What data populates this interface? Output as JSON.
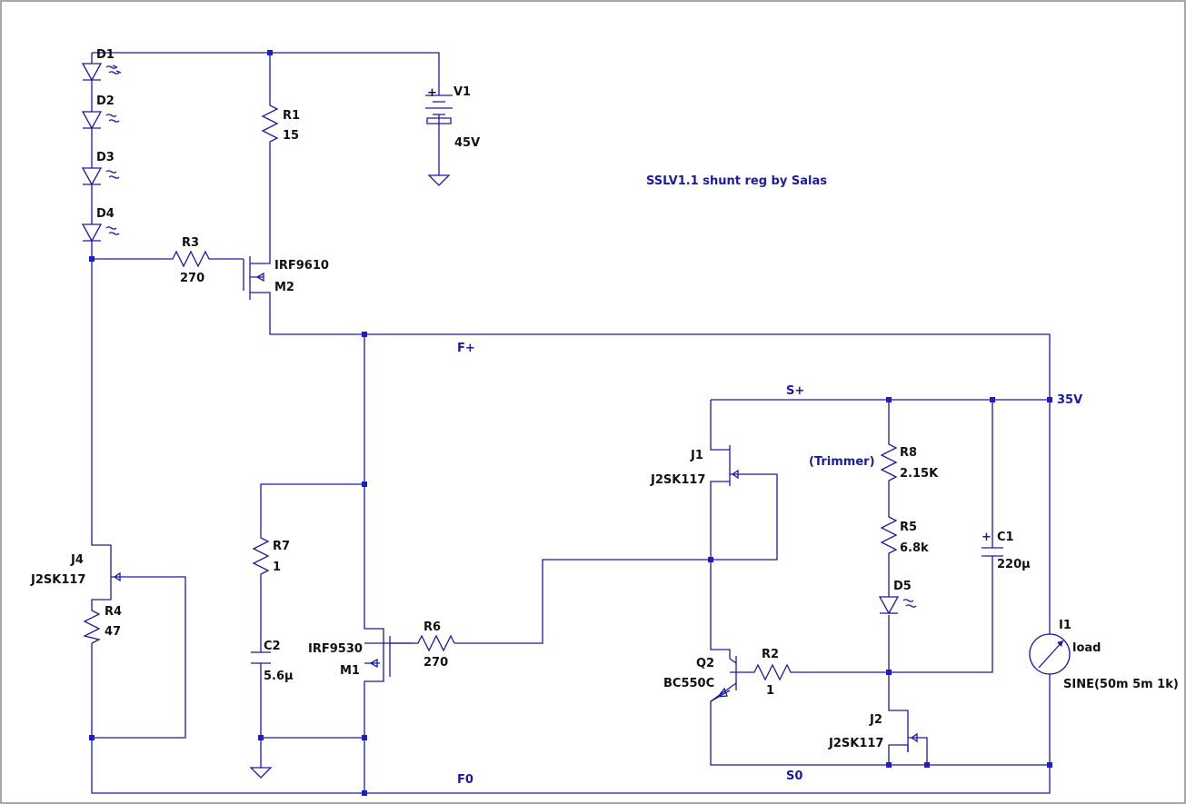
{
  "colors": {
    "wire": "#1a1aa6",
    "junction": "#1d1dcf",
    "label": "#111111",
    "netlabel": "#1a1aa6",
    "frame": "#8a8a8a"
  },
  "title": "SSLV1.1 shunt reg by Salas",
  "trimmer_note": "(Trimmer)",
  "nets": {
    "fplus": "F+",
    "splus": "S+",
    "fzero": "F0",
    "szero": "S0",
    "out": "35V"
  },
  "components": {
    "D1": {
      "ref": "D1"
    },
    "D2": {
      "ref": "D2"
    },
    "D3": {
      "ref": "D3"
    },
    "D4": {
      "ref": "D4"
    },
    "D5": {
      "ref": "D5"
    },
    "R1": {
      "ref": "R1",
      "value": "15"
    },
    "R2": {
      "ref": "R2",
      "value": "1"
    },
    "R3": {
      "ref": "R3",
      "value": "270"
    },
    "R4": {
      "ref": "R4",
      "value": "47"
    },
    "R5": {
      "ref": "R5",
      "value": "6.8k"
    },
    "R6": {
      "ref": "R6",
      "value": "270"
    },
    "R7": {
      "ref": "R7",
      "value": "1"
    },
    "R8": {
      "ref": "R8",
      "value": "2.15K"
    },
    "C1": {
      "ref": "C1",
      "value": "220µ"
    },
    "C2": {
      "ref": "C2",
      "value": "5.6µ"
    },
    "V1": {
      "ref": "V1",
      "value": "45V"
    },
    "M2": {
      "ref": "M2",
      "value": "IRF9610"
    },
    "M1": {
      "ref": "M1",
      "value": "IRF9530"
    },
    "J1": {
      "ref": "J1",
      "value": "J2SK117"
    },
    "J2": {
      "ref": "J2",
      "value": "J2SK117"
    },
    "J4": {
      "ref": "J4",
      "value": "J2SK117"
    },
    "Q2": {
      "ref": "Q2",
      "value": "BC550C"
    },
    "I1": {
      "ref": "I1",
      "value": "load",
      "spec": "SINE(50m 5m 1k)"
    }
  }
}
